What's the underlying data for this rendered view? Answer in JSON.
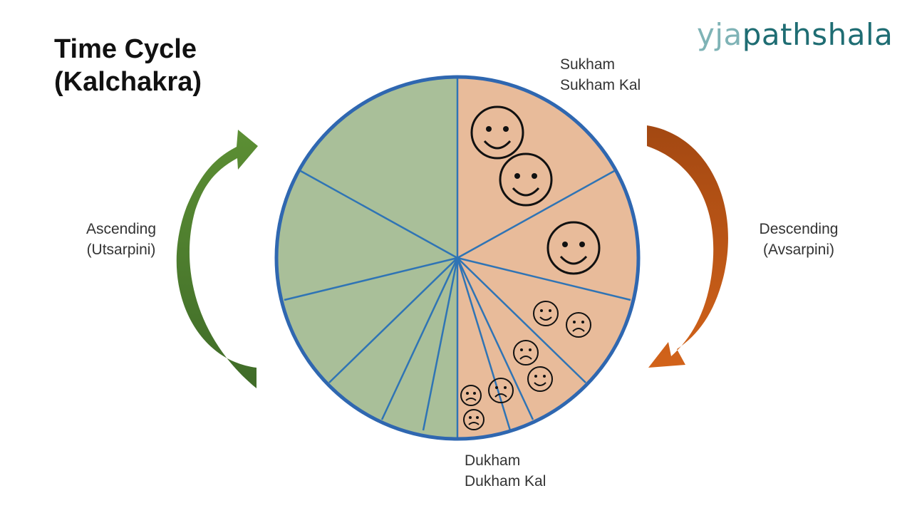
{
  "title": {
    "line1": "Time Cycle",
    "line2": "(Kalchakra)"
  },
  "logo": {
    "part1": "yja",
    "part2": "pathshala"
  },
  "labels": {
    "top_line1": "Sukham",
    "top_line2": "Sukham Kal",
    "bottom_line1": "Dukham",
    "bottom_line2": "Dukham Kal",
    "left_line1": "Ascending",
    "left_line2": "(Utsarpini)",
    "right_line1": "Descending",
    "right_line2": "(Avsarpini)"
  },
  "colors": {
    "ascending_half": "#a9bf99",
    "descending_half": "#e8bb9a",
    "wheel_border": "#2f67b0",
    "spokes": "#2f74b5",
    "ascending_arrow": "#4f7f2f",
    "descending_arrow": "#c25a16",
    "faces": "#111111"
  },
  "icons": {
    "happy": "smiley-face-icon",
    "sad": "sad-face-icon"
  }
}
